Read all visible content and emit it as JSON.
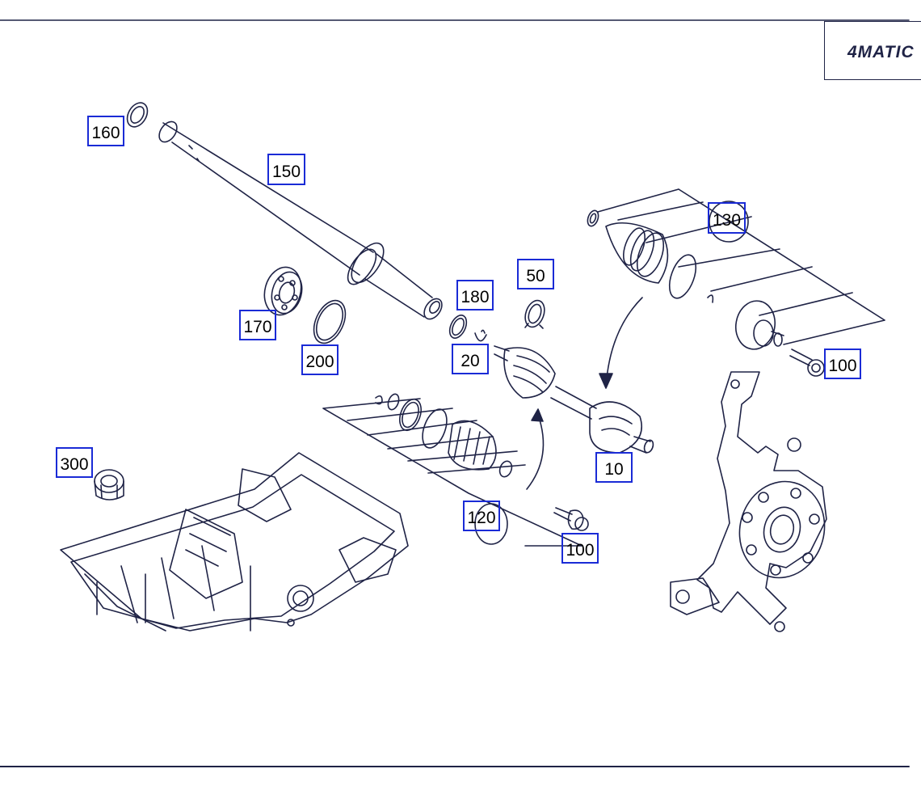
{
  "badge": {
    "label": "4MATIC"
  },
  "callouts": [
    {
      "id": "c160",
      "label": "160"
    },
    {
      "id": "c150",
      "label": "150"
    },
    {
      "id": "c130",
      "label": "130"
    },
    {
      "id": "c50",
      "label": "50"
    },
    {
      "id": "c180",
      "label": "180"
    },
    {
      "id": "c170",
      "label": "170"
    },
    {
      "id": "c200",
      "label": "200"
    },
    {
      "id": "c20",
      "label": "20"
    },
    {
      "id": "c100a",
      "label": "100"
    },
    {
      "id": "c300",
      "label": "300"
    },
    {
      "id": "c10",
      "label": "10"
    },
    {
      "id": "c120",
      "label": "120"
    },
    {
      "id": "c100b",
      "label": "100"
    }
  ],
  "colors": {
    "line": "#1f2346",
    "callout_border": "#1a2bd6",
    "background": "#ffffff"
  }
}
